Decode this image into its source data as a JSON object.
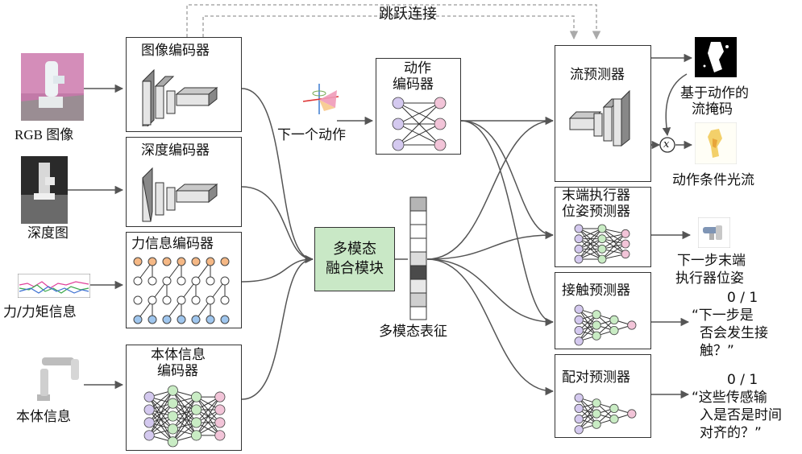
{
  "skip_connection": "跳跃连接",
  "inputs": {
    "rgb": "RGB 图像",
    "depth": "深度图",
    "force": "力/力矩信息",
    "proprio": "本体信息"
  },
  "encoders": {
    "image": "图像编码器",
    "depth": "深度编码器",
    "force": "力信息编码器",
    "proprio_line1": "本体信息",
    "proprio_line2": "编码器",
    "action_line1": "动作",
    "action_line2": "编码器"
  },
  "next_action": "下一个动作",
  "fusion_line1": "多模态",
  "fusion_line2": "融合模块",
  "representation": "多模态表征",
  "predictors": {
    "flow": "流预测器",
    "ee_line1": "末端执行器",
    "ee_line2": "位姿预测器",
    "contact": "接触预测器",
    "pairing": "配对预测器"
  },
  "outputs": {
    "flow_mask_line1": "基于动作的",
    "flow_mask_line2": "流掩码",
    "multiply": "x",
    "optical_flow": "动作条件光流",
    "ee_line1": "下一步末端",
    "ee_line2": "执行器位姿",
    "contact_value": "0 / 1",
    "contact_q1": "“下一步是",
    "contact_q2": "否会发生接",
    "contact_q3": "触？”",
    "pair_value": "0 / 1",
    "pair_q1": "“这些传感输",
    "pair_q2": "入是否是时间",
    "pair_q3": "对齐的？”"
  },
  "colors": {
    "fusion_fill": "#c9e8c6",
    "node_purple": "#d4c9ef",
    "node_green": "#c9ecc4",
    "node_pink": "#f2c4d8",
    "node_orange": "#f5b885",
    "node_blue": "#9fc6ee",
    "arrow": "#555555",
    "skip_dashed": "#aaaaaa"
  },
  "icons": {
    "cnn": "cnn-layers-icon",
    "mlp": "mlp-network-icon",
    "robot": "robot-arm-icon"
  }
}
